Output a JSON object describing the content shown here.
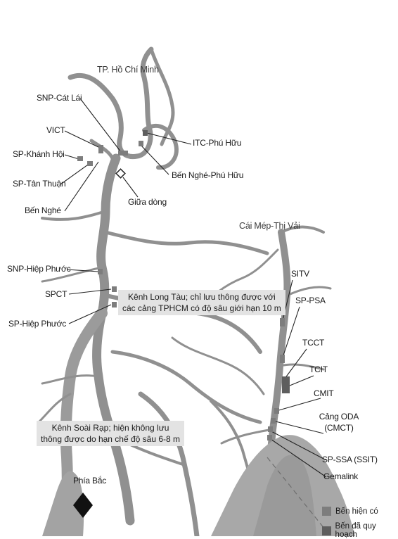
{
  "map": {
    "regions": {
      "hcm": "TP. Hồ Chí Minh",
      "caimep": "Cái Mép-Thị Vải"
    },
    "ports": {
      "snp_cat_lai": "SNP-Cát Lái",
      "vict": "VICT",
      "sp_khanh_hoi": "SP-Khánh Hội",
      "sp_tan_thuan": "SP-Tân Thuận",
      "ben_nghe": "Bến Nghé",
      "itc_phu_huu": "ITC-Phú Hữu",
      "ben_nghe_phu_huu": "Bến Nghé-Phú Hữu",
      "giua_dong": "Giữa dòng",
      "snp_hiep_phuoc": "SNP-Hiệp Phước",
      "spct": "SPCT",
      "sp_hiep_phuoc": "SP-Hiệp Phước",
      "sitv": "SITV",
      "sp_psa": "SP-PSA",
      "tcct": "TCCT",
      "tcit": "TCIT",
      "cmit": "CMIT",
      "cang_odaL1": "Cảng ODA",
      "cang_odaL2": "(CMCT)",
      "sp_ssa": "SP-SSA (SSIT)",
      "gemalink": "Gemalink"
    },
    "notes": {
      "long_tau_1": "Kênh Long Tàu; chỉ lưu thông được với",
      "long_tau_2": "các cảng TPHCM có độ sâu giới hạn 10 m",
      "soai_rap_1": "Kênh Soài Rạp; hiện không lưu",
      "soai_rap_2": "thông được do hạn chế độ sâu 6-8 m"
    },
    "compass": "Phía Bắc",
    "legend": {
      "existing": "Bến hiện có",
      "planned": "Bến đã quy hoạch"
    },
    "colors": {
      "water": "#8f8f8f",
      "water_light": "#a9a9a9",
      "existing": "#7d7d7d",
      "planned": "#5e5e5e",
      "note_bg": "#e3e3e3"
    }
  }
}
